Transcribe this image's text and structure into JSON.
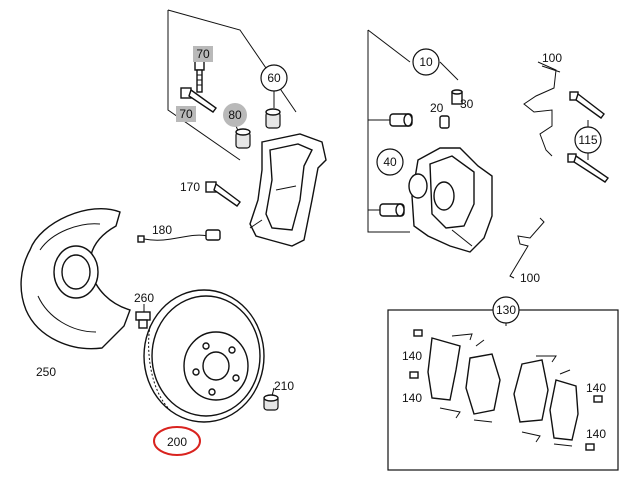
{
  "callouts": {
    "c10": "10",
    "c20": "20",
    "c30": "30",
    "c40": "40",
    "c60": "60",
    "c70a": "70",
    "c70b": "70",
    "c80": "80",
    "c100a": "100",
    "c100b": "100",
    "c115": "115",
    "c130": "130",
    "c140a": "140",
    "c140b": "140",
    "c140c": "140",
    "c140d": "140",
    "c170": "170",
    "c180": "180",
    "c200": "200",
    "c210": "210",
    "c250": "250",
    "c260": "260"
  },
  "colors": {
    "highlight": "#d9231f",
    "badge": "#b9b9b9",
    "line": "#111111"
  }
}
